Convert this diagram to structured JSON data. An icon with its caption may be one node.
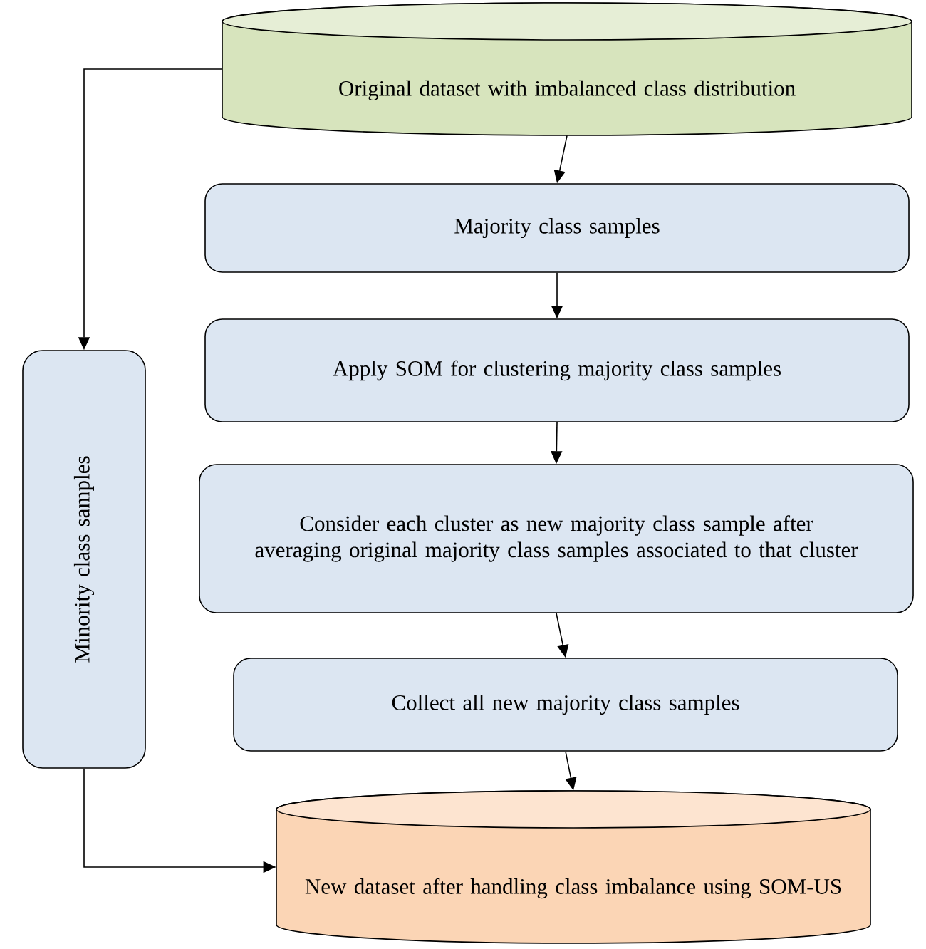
{
  "diagram": {
    "nodes": [
      {
        "text": [
          "Original dataset with imbalanced class distribution"
        ]
      },
      {
        "text": [
          "Majority class samples"
        ]
      },
      {
        "text": [
          "Apply SOM for clustering majority class samples"
        ]
      },
      {
        "text": [
          "Consider each cluster as new majority class sample after averaging original majority class samples associated to that cluster"
        ]
      },
      {
        "text": [
          "Collect all new majority class samples"
        ]
      },
      {
        "text": [
          "New dataset after handling class imbalance using SOM-US"
        ]
      },
      {
        "text": [
          "Minority class samples"
        ]
      }
    ],
    "edges": [
      {
        "from": 0,
        "to": 1,
        "arrow": "to"
      },
      {
        "from": 1,
        "to": 2,
        "arrow": "to"
      },
      {
        "from": 2,
        "to": 3,
        "arrow": "to"
      },
      {
        "from": 3,
        "to": 4,
        "arrow": "to"
      },
      {
        "from": 4,
        "to": 5,
        "arrow": "to"
      },
      {
        "from": 0,
        "to": 6,
        "arrow": "to"
      },
      {
        "from": 6,
        "to": 5,
        "arrow": "to"
      }
    ]
  }
}
